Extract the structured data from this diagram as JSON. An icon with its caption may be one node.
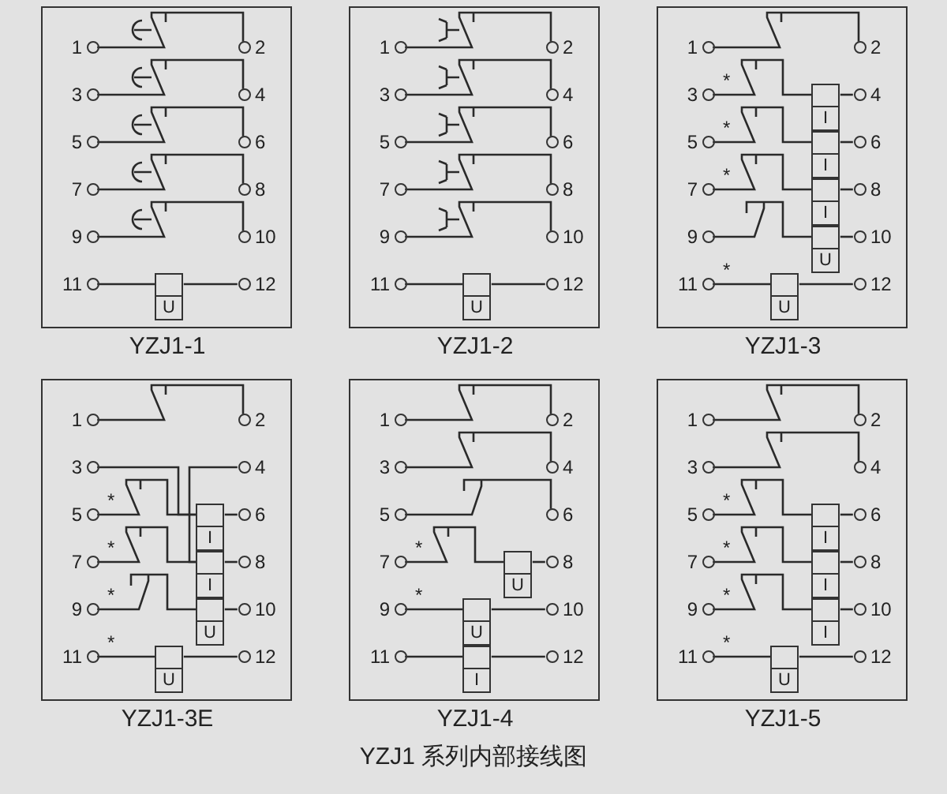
{
  "diagram": {
    "caption": "YZJ1 系列内部接线图",
    "nodes": [
      {
        "text": [
          "YZJ1-1"
        ]
      },
      {
        "text": [
          "1"
        ],
        "in": 0
      },
      {
        "text": [
          "2"
        ],
        "in": 0
      },
      {
        "text": [
          "3"
        ],
        "in": 0
      },
      {
        "text": [
          "4"
        ],
        "in": 0
      },
      {
        "text": [
          "5"
        ],
        "in": 0
      },
      {
        "text": [
          "6"
        ],
        "in": 0
      },
      {
        "text": [
          "7"
        ],
        "in": 0
      },
      {
        "text": [
          "8"
        ],
        "in": 0
      },
      {
        "text": [
          "9"
        ],
        "in": 0
      },
      {
        "text": [
          "10"
        ],
        "in": 0
      },
      {
        "text": [
          "11"
        ],
        "in": 0
      },
      {
        "text": [
          "12"
        ],
        "in": 0
      },
      {
        "text": [
          "U"
        ],
        "in": 0
      },
      {
        "text": [
          "YZJ1-2"
        ]
      },
      {
        "text": [
          "1"
        ],
        "in": 14
      },
      {
        "text": [
          "2"
        ],
        "in": 14
      },
      {
        "text": [
          "3"
        ],
        "in": 14
      },
      {
        "text": [
          "4"
        ],
        "in": 14
      },
      {
        "text": [
          "5"
        ],
        "in": 14
      },
      {
        "text": [
          "6"
        ],
        "in": 14
      },
      {
        "text": [
          "7"
        ],
        "in": 14
      },
      {
        "text": [
          "8"
        ],
        "in": 14
      },
      {
        "text": [
          "9"
        ],
        "in": 14
      },
      {
        "text": [
          "10"
        ],
        "in": 14
      },
      {
        "text": [
          "11"
        ],
        "in": 14
      },
      {
        "text": [
          "12"
        ],
        "in": 14
      },
      {
        "text": [
          "U"
        ],
        "in": 14
      },
      {
        "text": [
          "YZJ1-3"
        ]
      },
      {
        "text": [
          "1"
        ],
        "in": 28
      },
      {
        "text": [
          "2"
        ],
        "in": 28
      },
      {
        "text": [
          "3"
        ],
        "in": 28,
        "beside": [
          "*"
        ]
      },
      {
        "text": [
          "4"
        ],
        "in": 28
      },
      {
        "text": [
          "5"
        ],
        "in": 28,
        "beside": [
          "*"
        ]
      },
      {
        "text": [
          "6"
        ],
        "in": 28
      },
      {
        "text": [
          "7"
        ],
        "in": 28,
        "beside": [
          "*"
        ]
      },
      {
        "text": [
          "8"
        ],
        "in": 28
      },
      {
        "text": [
          "9"
        ],
        "in": 28
      },
      {
        "text": [
          "10"
        ],
        "in": 28
      },
      {
        "text": [
          "11"
        ],
        "in": 28,
        "beside": [
          "*"
        ]
      },
      {
        "text": [
          "12"
        ],
        "in": 28
      },
      {
        "text": [
          "I"
        ],
        "in": 28
      },
      {
        "text": [
          "I"
        ],
        "in": 28
      },
      {
        "text": [
          "I"
        ],
        "in": 28
      },
      {
        "text": [
          "U"
        ],
        "in": 28
      },
      {
        "text": [
          "U"
        ],
        "in": 28
      },
      {
        "text": [
          "YZJ1-3E"
        ]
      },
      {
        "text": [
          "1"
        ],
        "in": 46
      },
      {
        "text": [
          "2"
        ],
        "in": 46
      },
      {
        "text": [
          "3"
        ],
        "in": 46
      },
      {
        "text": [
          "4"
        ],
        "in": 46
      },
      {
        "text": [
          "5"
        ],
        "in": 46,
        "beside": [
          "*"
        ]
      },
      {
        "text": [
          "6"
        ],
        "in": 46
      },
      {
        "text": [
          "7"
        ],
        "in": 46,
        "beside": [
          "*"
        ]
      },
      {
        "text": [
          "8"
        ],
        "in": 46
      },
      {
        "text": [
          "9"
        ],
        "in": 46,
        "beside": [
          "*"
        ]
      },
      {
        "text": [
          "10"
        ],
        "in": 46
      },
      {
        "text": [
          "11"
        ],
        "in": 46,
        "beside": [
          "*"
        ]
      },
      {
        "text": [
          "12"
        ],
        "in": 46
      },
      {
        "text": [
          "I"
        ],
        "in": 46
      },
      {
        "text": [
          "I"
        ],
        "in": 46
      },
      {
        "text": [
          "U"
        ],
        "in": 46
      },
      {
        "text": [
          "U"
        ],
        "in": 46
      },
      {
        "text": [
          "YZJ1-4"
        ]
      },
      {
        "text": [
          "1"
        ],
        "in": 63
      },
      {
        "text": [
          "2"
        ],
        "in": 63
      },
      {
        "text": [
          "3"
        ],
        "in": 63
      },
      {
        "text": [
          "4"
        ],
        "in": 63
      },
      {
        "text": [
          "5"
        ],
        "in": 63
      },
      {
        "text": [
          "6"
        ],
        "in": 63
      },
      {
        "text": [
          "7"
        ],
        "in": 63,
        "beside": [
          "*"
        ]
      },
      {
        "text": [
          "8"
        ],
        "in": 63
      },
      {
        "text": [
          "9"
        ],
        "in": 63,
        "beside": [
          "*"
        ]
      },
      {
        "text": [
          "10"
        ],
        "in": 63
      },
      {
        "text": [
          "11"
        ],
        "in": 63
      },
      {
        "text": [
          "12"
        ],
        "in": 63
      },
      {
        "text": [
          "U"
        ],
        "in": 63
      },
      {
        "text": [
          "U"
        ],
        "in": 63
      },
      {
        "text": [
          "I"
        ],
        "in": 63
      },
      {
        "text": [
          "YZJ1-5"
        ]
      },
      {
        "text": [
          "1"
        ],
        "in": 79
      },
      {
        "text": [
          "2"
        ],
        "in": 79
      },
      {
        "text": [
          "3"
        ],
        "in": 79
      },
      {
        "text": [
          "4"
        ],
        "in": 79
      },
      {
        "text": [
          "5"
        ],
        "in": 79,
        "beside": [
          "*"
        ]
      },
      {
        "text": [
          "6"
        ],
        "in": 79
      },
      {
        "text": [
          "7"
        ],
        "in": 79,
        "beside": [
          "*"
        ]
      },
      {
        "text": [
          "8"
        ],
        "in": 79
      },
      {
        "text": [
          "9"
        ],
        "in": 79,
        "beside": [
          "*"
        ]
      },
      {
        "text": [
          "10"
        ],
        "in": 79
      },
      {
        "text": [
          "11"
        ],
        "in": 79,
        "beside": [
          "*"
        ]
      },
      {
        "text": [
          "12"
        ],
        "in": 79
      },
      {
        "text": [
          "I"
        ],
        "in": 79
      },
      {
        "text": [
          "I"
        ],
        "in": 79
      },
      {
        "text": [
          "I"
        ],
        "in": 79
      },
      {
        "text": [
          "U"
        ],
        "in": 79
      }
    ],
    "edges": [
      {
        "from": 1,
        "to": 2,
        "arrow": "none"
      },
      {
        "from": 3,
        "to": 4,
        "arrow": "none"
      },
      {
        "from": 5,
        "to": 6,
        "arrow": "none"
      },
      {
        "from": 7,
        "to": 8,
        "arrow": "none"
      },
      {
        "from": 9,
        "to": 10,
        "arrow": "none"
      },
      {
        "from": 11,
        "to": 13,
        "arrow": "none"
      },
      {
        "from": 13,
        "to": 12,
        "arrow": "none"
      },
      {
        "from": 15,
        "to": 16,
        "arrow": "none"
      },
      {
        "from": 17,
        "to": 18,
        "arrow": "none"
      },
      {
        "from": 19,
        "to": 20,
        "arrow": "none"
      },
      {
        "from": 21,
        "to": 22,
        "arrow": "none"
      },
      {
        "from": 23,
        "to": 24,
        "arrow": "none"
      },
      {
        "from": 25,
        "to": 27,
        "arrow": "none"
      },
      {
        "from": 27,
        "to": 26,
        "arrow": "none"
      },
      {
        "from": 29,
        "to": 30,
        "arrow": "none"
      },
      {
        "from": 31,
        "to": 41,
        "arrow": "none"
      },
      {
        "from": 41,
        "to": 32,
        "arrow": "none"
      },
      {
        "from": 33,
        "to": 42,
        "arrow": "none"
      },
      {
        "from": 42,
        "to": 34,
        "arrow": "none"
      },
      {
        "from": 35,
        "to": 43,
        "arrow": "none"
      },
      {
        "from": 43,
        "to": 36,
        "arrow": "none"
      },
      {
        "from": 37,
        "to": 44,
        "arrow": "none"
      },
      {
        "from": 44,
        "to": 38,
        "arrow": "none"
      },
      {
        "from": 39,
        "to": 45,
        "arrow": "none"
      },
      {
        "from": 45,
        "to": 40,
        "arrow": "none"
      },
      {
        "from": 47,
        "to": 48,
        "arrow": "none"
      },
      {
        "from": 49,
        "to": 59,
        "arrow": "none"
      },
      {
        "from": 51,
        "to": 59,
        "arrow": "none"
      },
      {
        "from": 59,
        "to": 52,
        "arrow": "none"
      },
      {
        "from": 50,
        "to": 60,
        "arrow": "none"
      },
      {
        "from": 53,
        "to": 60,
        "arrow": "none"
      },
      {
        "from": 60,
        "to": 54,
        "arrow": "none"
      },
      {
        "from": 55,
        "to": 61,
        "arrow": "none"
      },
      {
        "from": 61,
        "to": 56,
        "arrow": "none"
      },
      {
        "from": 57,
        "to": 62,
        "arrow": "none"
      },
      {
        "from": 62,
        "to": 58,
        "arrow": "none"
      },
      {
        "from": 64,
        "to": 65,
        "arrow": "none"
      },
      {
        "from": 66,
        "to": 67,
        "arrow": "none"
      },
      {
        "from": 68,
        "to": 69,
        "arrow": "none"
      },
      {
        "from": 70,
        "to": 76,
        "arrow": "none"
      },
      {
        "from": 76,
        "to": 71,
        "arrow": "none"
      },
      {
        "from": 72,
        "to": 77,
        "arrow": "none"
      },
      {
        "from": 77,
        "to": 73,
        "arrow": "none"
      },
      {
        "from": 74,
        "to": 78,
        "arrow": "none"
      },
      {
        "from": 78,
        "to": 75,
        "arrow": "none"
      },
      {
        "from": 80,
        "to": 81,
        "arrow": "none"
      },
      {
        "from": 82,
        "to": 83,
        "arrow": "none"
      },
      {
        "from": 84,
        "to": 92,
        "arrow": "none"
      },
      {
        "from": 92,
        "to": 85,
        "arrow": "none"
      },
      {
        "from": 86,
        "to": 93,
        "arrow": "none"
      },
      {
        "from": 93,
        "to": 87,
        "arrow": "none"
      },
      {
        "from": 88,
        "to": 94,
        "arrow": "none"
      },
      {
        "from": 94,
        "to": 89,
        "arrow": "none"
      },
      {
        "from": 90,
        "to": 95,
        "arrow": "none"
      },
      {
        "from": 95,
        "to": 91,
        "arrow": "none"
      }
    ]
  }
}
